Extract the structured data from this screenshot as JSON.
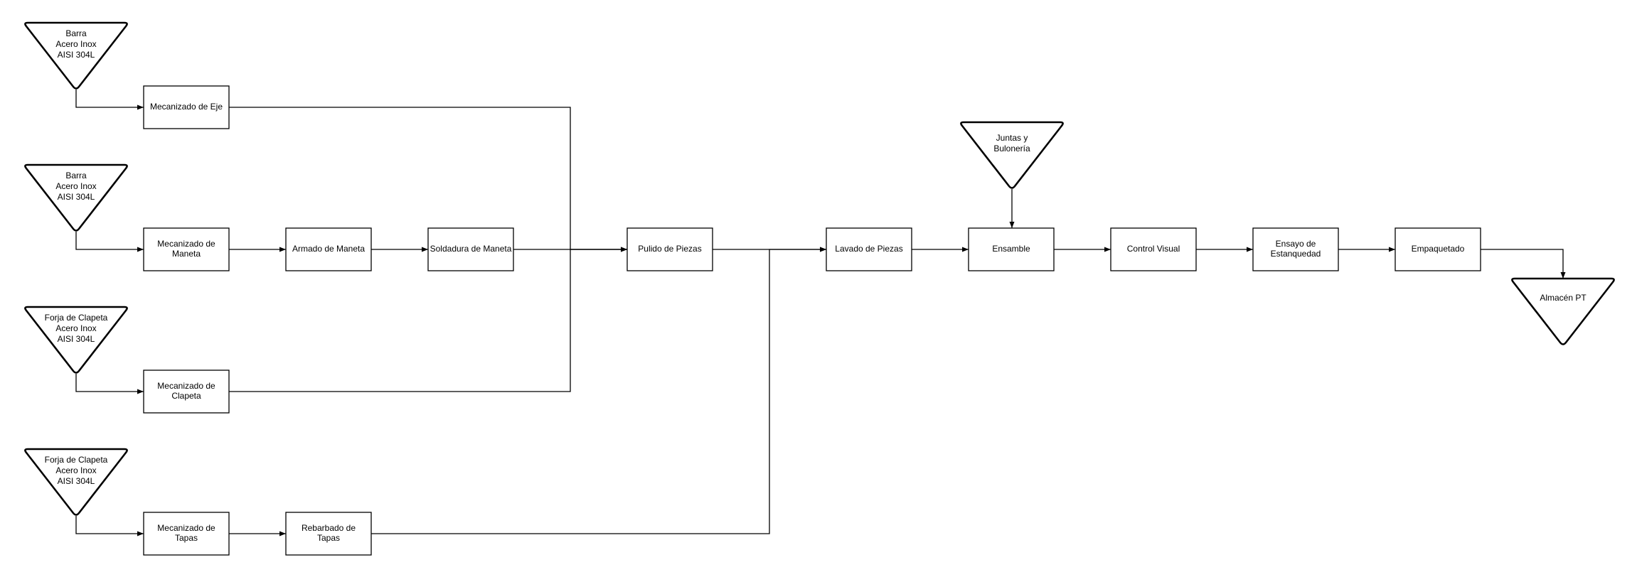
{
  "inputs": [
    {
      "id": "barra-eje",
      "lines": [
        "Barra",
        "Acero Inox",
        "AISI 304L"
      ]
    },
    {
      "id": "barra-maneta",
      "lines": [
        "Barra",
        "Acero Inox",
        "AISI 304L"
      ]
    },
    {
      "id": "forja-clapeta",
      "lines": [
        "Forja de Clapeta",
        "Acero Inox",
        "AISI 304L"
      ]
    },
    {
      "id": "forja-tapas",
      "lines": [
        "Forja de Clapeta",
        "Acero Inox",
        "AISI 304L"
      ]
    },
    {
      "id": "juntas",
      "lines": [
        "Juntas y",
        "Bulonería"
      ]
    },
    {
      "id": "almacen",
      "lines": [
        "Almacén PT"
      ]
    }
  ],
  "processes": [
    {
      "id": "mec-eje",
      "lines": [
        "Mecanizado de Eje"
      ]
    },
    {
      "id": "mec-maneta",
      "lines": [
        "Mecanizado de",
        "Maneta"
      ]
    },
    {
      "id": "armado-maneta",
      "lines": [
        "Armado de Maneta"
      ]
    },
    {
      "id": "soldadura-maneta",
      "lines": [
        "Soldadura de Maneta"
      ]
    },
    {
      "id": "mec-clapeta",
      "lines": [
        "Mecanizado de",
        "Clapeta"
      ]
    },
    {
      "id": "mec-tapas",
      "lines": [
        "Mecanizado de",
        "Tapas"
      ]
    },
    {
      "id": "rebarbado-tapas",
      "lines": [
        "Rebarbado de",
        "Tapas"
      ]
    },
    {
      "id": "pulido",
      "lines": [
        "Pulido de Piezas"
      ]
    },
    {
      "id": "lavado",
      "lines": [
        "Lavado de Piezas"
      ]
    },
    {
      "id": "ensamble",
      "lines": [
        "Ensamble"
      ]
    },
    {
      "id": "control-visual",
      "lines": [
        "Control Visual"
      ]
    },
    {
      "id": "ensayo",
      "lines": [
        "Ensayo de",
        "Estanquedad"
      ]
    },
    {
      "id": "empaquetado",
      "lines": [
        "Empaquetado"
      ]
    }
  ],
  "connections": [
    {
      "from": "barra-eje",
      "to": "mec-eje"
    },
    {
      "from": "barra-maneta",
      "to": "mec-maneta"
    },
    {
      "from": "forja-clapeta",
      "to": "mec-clapeta"
    },
    {
      "from": "forja-tapas",
      "to": "mec-tapas"
    },
    {
      "from": "mec-maneta",
      "to": "armado-maneta"
    },
    {
      "from": "armado-maneta",
      "to": "soldadura-maneta"
    },
    {
      "from": "soldadura-maneta",
      "to": "pulido"
    },
    {
      "from": "mec-eje",
      "to": "pulido"
    },
    {
      "from": "mec-clapeta",
      "to": "pulido"
    },
    {
      "from": "mec-tapas",
      "to": "rebarbado-tapas"
    },
    {
      "from": "pulido",
      "to": "lavado"
    },
    {
      "from": "rebarbado-tapas",
      "to": "lavado"
    },
    {
      "from": "juntas",
      "to": "ensamble"
    },
    {
      "from": "lavado",
      "to": "ensamble"
    },
    {
      "from": "ensamble",
      "to": "control-visual"
    },
    {
      "from": "control-visual",
      "to": "ensayo"
    },
    {
      "from": "ensayo",
      "to": "empaquetado"
    },
    {
      "from": "empaquetado",
      "to": "almacen"
    }
  ]
}
